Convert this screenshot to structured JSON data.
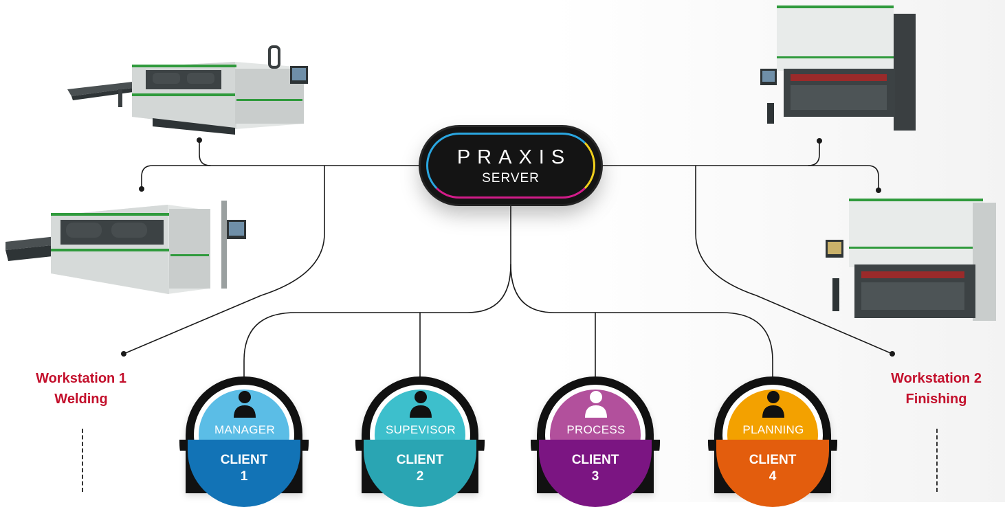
{
  "server": {
    "brand": "PRAXIS",
    "label": "SERVER"
  },
  "workstations": [
    {
      "line1": "Workstation 1",
      "line2": "Welding"
    },
    {
      "line1": "Workstation 2",
      "line2": "Finishing"
    }
  ],
  "clients": [
    {
      "role": "MANAGER",
      "name": "CLIENT",
      "number": "1",
      "light": "#5bbde6",
      "dark": "#1273b6"
    },
    {
      "role": "SUPEVISOR",
      "name": "CLIENT",
      "number": "2",
      "light": "#3dbfcc",
      "dark": "#2aa5b3"
    },
    {
      "role": "PROCESS",
      "name": "CLIENT",
      "number": "3",
      "light": "#b2509c",
      "dark": "#7b1582"
    },
    {
      "role": "PLANNING",
      "name": "CLIENT",
      "number": "4",
      "light": "#f3a100",
      "dark": "#e35d0d"
    }
  ],
  "colors": {
    "label_red": "#c3102c",
    "line": "#1a1a1a",
    "machine_green": "#2f9a3c",
    "machine_body": "#d9dcdc",
    "machine_dark": "#3c4244"
  },
  "icons": {
    "machine": "laser-cutter-machine",
    "press": "press-brake-machine",
    "user": "user-icon"
  }
}
